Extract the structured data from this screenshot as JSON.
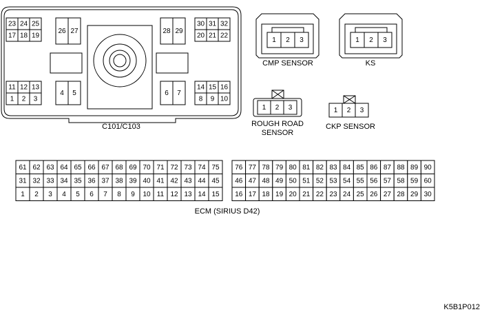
{
  "c101": {
    "label": "C101/C103",
    "group_a": {
      "row1": [
        "23",
        "24",
        "25"
      ],
      "row2": [
        "17",
        "18",
        "19"
      ]
    },
    "group_b": [
      "26",
      "27"
    ],
    "group_c": [
      "28",
      "29"
    ],
    "group_d": {
      "row1": [
        "30",
        "31",
        "32"
      ],
      "row2": [
        "20",
        "21",
        "22"
      ]
    },
    "group_e": {
      "row1": [
        "11",
        "12",
        "13"
      ],
      "row2": [
        "1",
        "2",
        "3"
      ]
    },
    "group_f": [
      "4",
      "5"
    ],
    "group_g": [
      "6",
      "7"
    ],
    "group_h": {
      "row1": [
        "14",
        "15",
        "16"
      ],
      "row2": [
        "8",
        "9",
        "10"
      ]
    }
  },
  "cmp": {
    "label": "CMP SENSOR",
    "pins": [
      "1",
      "2",
      "3"
    ]
  },
  "ks": {
    "label": "KS",
    "pins": [
      "1",
      "2",
      "3"
    ]
  },
  "rough_road": {
    "label_line1": "ROUGH ROAD",
    "label_line2": "SENSOR",
    "pins": [
      "1",
      "2",
      "3"
    ]
  },
  "ckp": {
    "label": "CKP SENSOR",
    "pins": [
      "1",
      "2",
      "3"
    ]
  },
  "ecm": {
    "label": "ECM (SIRIUS D42)",
    "left_rows": [
      [
        "61",
        "62",
        "63",
        "64",
        "65",
        "66",
        "67",
        "68",
        "69",
        "70",
        "71",
        "72",
        "73",
        "74",
        "75"
      ],
      [
        "31",
        "32",
        "33",
        "34",
        "35",
        "36",
        "37",
        "38",
        "39",
        "40",
        "41",
        "42",
        "43",
        "44",
        "45"
      ],
      [
        "1",
        "2",
        "3",
        "4",
        "5",
        "6",
        "7",
        "8",
        "9",
        "10",
        "11",
        "12",
        "13",
        "14",
        "15"
      ]
    ],
    "right_rows": [
      [
        "76",
        "77",
        "78",
        "79",
        "80",
        "81",
        "82",
        "83",
        "84",
        "85",
        "86",
        "87",
        "88",
        "89",
        "90"
      ],
      [
        "46",
        "47",
        "48",
        "49",
        "50",
        "51",
        "52",
        "53",
        "54",
        "55",
        "56",
        "57",
        "58",
        "59",
        "60"
      ],
      [
        "16",
        "17",
        "18",
        "19",
        "20",
        "21",
        "22",
        "23",
        "24",
        "25",
        "26",
        "27",
        "28",
        "29",
        "30"
      ]
    ]
  },
  "figure_id": "K5B1P012"
}
